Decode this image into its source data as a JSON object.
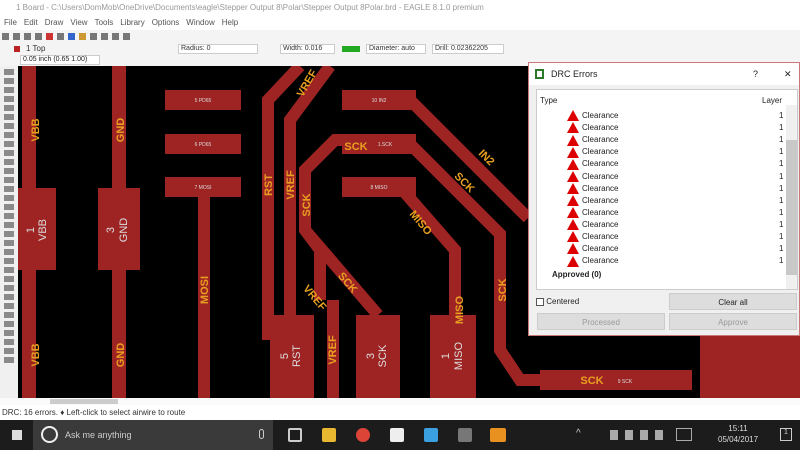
{
  "window": {
    "title": "1 Board - C:\\Users\\DomMob\\OneDrive\\Documents\\eagle\\Stepper Output 8\\Polar\\Stepper Output 8Polar.brd - EAGLE 8.1.0 premium"
  },
  "menu": [
    "File",
    "Edit",
    "Draw",
    "View",
    "Tools",
    "Library",
    "Options",
    "Window",
    "Help"
  ],
  "toolbar": {
    "layer": "1 Top",
    "radius": "Radius: 0",
    "width": "Width: 0.016",
    "diameter": "Diameter: auto",
    "drill": "Drill: 0.02362205",
    "coord": "0.05 inch (0.65 1.00)"
  },
  "pcb": {
    "pads": [
      "5 PD65",
      "6 PD65",
      "7 MOSI",
      "10 IN2",
      "9 SCK",
      "8 MISO",
      "1.SCK"
    ],
    "components": [
      {
        "num": "1",
        "name": "VBB"
      },
      {
        "num": "3",
        "name": "GND"
      },
      {
        "num": "5",
        "name": "RST"
      },
      {
        "num": "3",
        "name": "SCK"
      },
      {
        "num": "1",
        "name": "MISO"
      }
    ],
    "labels": {
      "vbb": "VBB",
      "gnd": "GND",
      "mosi": "MOSI",
      "rst": "RST",
      "vref": "VREF",
      "sck": "SCK",
      "miso": "MISO",
      "in2": "IN2"
    },
    "colors": {
      "trace": "#9e2424",
      "label": "#e8a020",
      "bg": "#000000"
    }
  },
  "dialog": {
    "title": "DRC Errors",
    "help": "?",
    "close": "✕",
    "col_type": "Type",
    "col_layer": "Layer",
    "errors": [
      {
        "type": "Clearance",
        "layer": "1"
      },
      {
        "type": "Clearance",
        "layer": "1"
      },
      {
        "type": "Clearance",
        "layer": "1"
      },
      {
        "type": "Clearance",
        "layer": "1"
      },
      {
        "type": "Clearance",
        "layer": "1"
      },
      {
        "type": "Clearance",
        "layer": "1"
      },
      {
        "type": "Clearance",
        "layer": "1"
      },
      {
        "type": "Clearance",
        "layer": "1"
      },
      {
        "type": "Clearance",
        "layer": "1"
      },
      {
        "type": "Clearance",
        "layer": "1"
      },
      {
        "type": "Clearance",
        "layer": "1"
      },
      {
        "type": "Clearance",
        "layer": "1"
      },
      {
        "type": "Clearance",
        "layer": "1"
      }
    ],
    "approved": "Approved (0)",
    "centered": "Centered",
    "clear_all": "Clear all",
    "processed": "Processed",
    "approve": "Approve"
  },
  "status": {
    "text": "DRC: 16 errors.  ♦ Left-click to select airwire to route"
  },
  "taskbar": {
    "search": "Ask me anything",
    "time": "15:11",
    "date": "05/04/2017",
    "notif": "1"
  }
}
